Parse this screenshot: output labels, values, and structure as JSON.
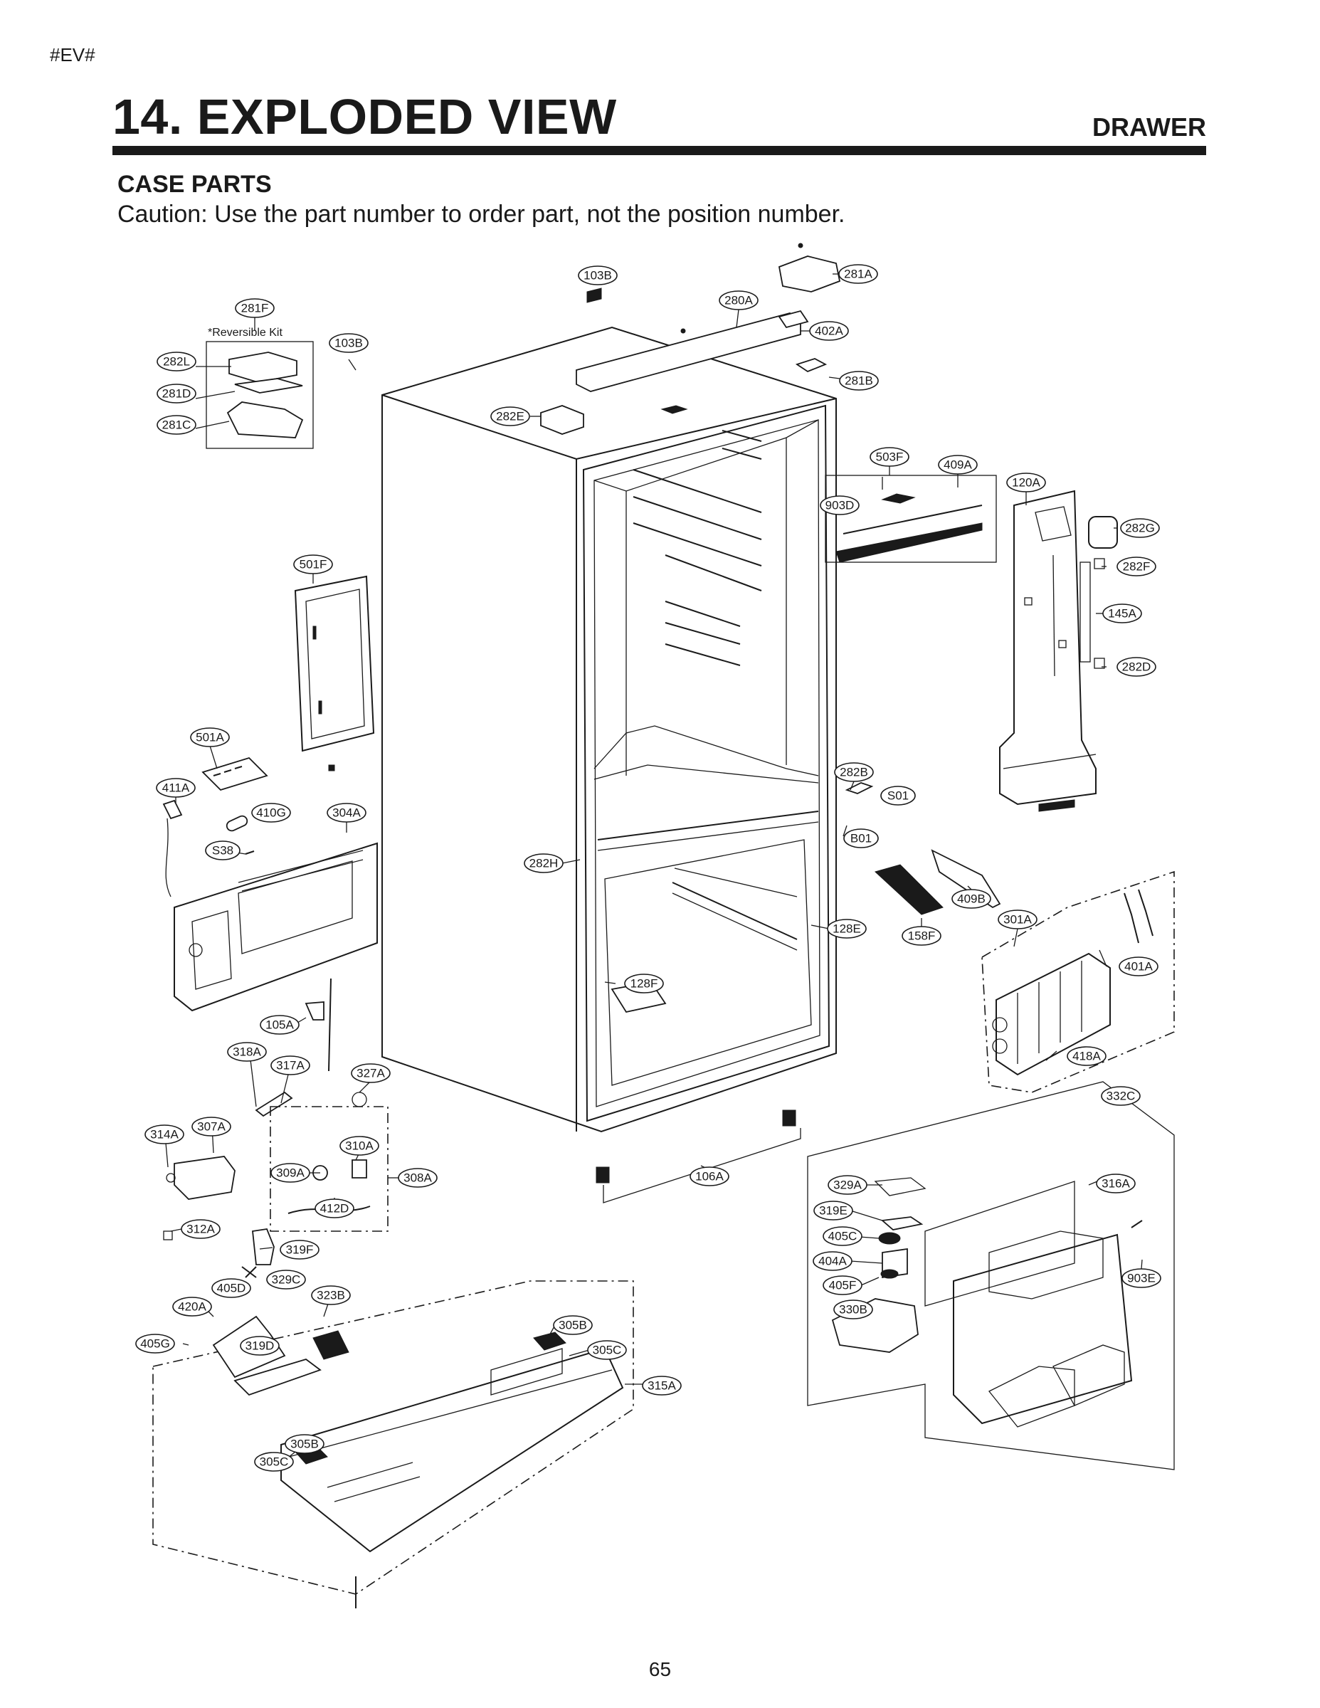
{
  "header": {
    "ev_tag": "#EV#",
    "title": "14. EXPLODED VIEW",
    "section": "DRAWER",
    "subtitle": "CASE PARTS",
    "caution": "Caution: Use the part number to order part, not the position number."
  },
  "kit_note": "*Reversible Kit",
  "callouts": [
    "103B",
    "281A",
    "280A",
    "402A",
    "281B",
    "281F",
    "103B",
    "282L",
    "281D",
    "281C",
    "282E",
    "503F",
    "409A",
    "120A",
    "903D",
    "282G",
    "282F",
    "145A",
    "282D",
    "501F",
    "501A",
    "411A",
    "410G",
    "304A",
    "S38",
    "282B",
    "S01",
    "B01",
    "282H",
    "409B",
    "301A",
    "128E",
    "158F",
    "401A",
    "128F",
    "418A",
    "105A",
    "318A",
    "317A",
    "327A",
    "332C",
    "307A",
    "314A",
    "310A",
    "309A",
    "308A",
    "412D",
    "312A",
    "106A",
    "329A",
    "316A",
    "319E",
    "405C",
    "404A",
    "903E",
    "405F",
    "319F",
    "330B",
    "405D",
    "329C",
    "323B",
    "420A",
    "405G",
    "319D",
    "305B",
    "305C",
    "315A",
    "305B",
    "305C"
  ],
  "page_number": "65"
}
